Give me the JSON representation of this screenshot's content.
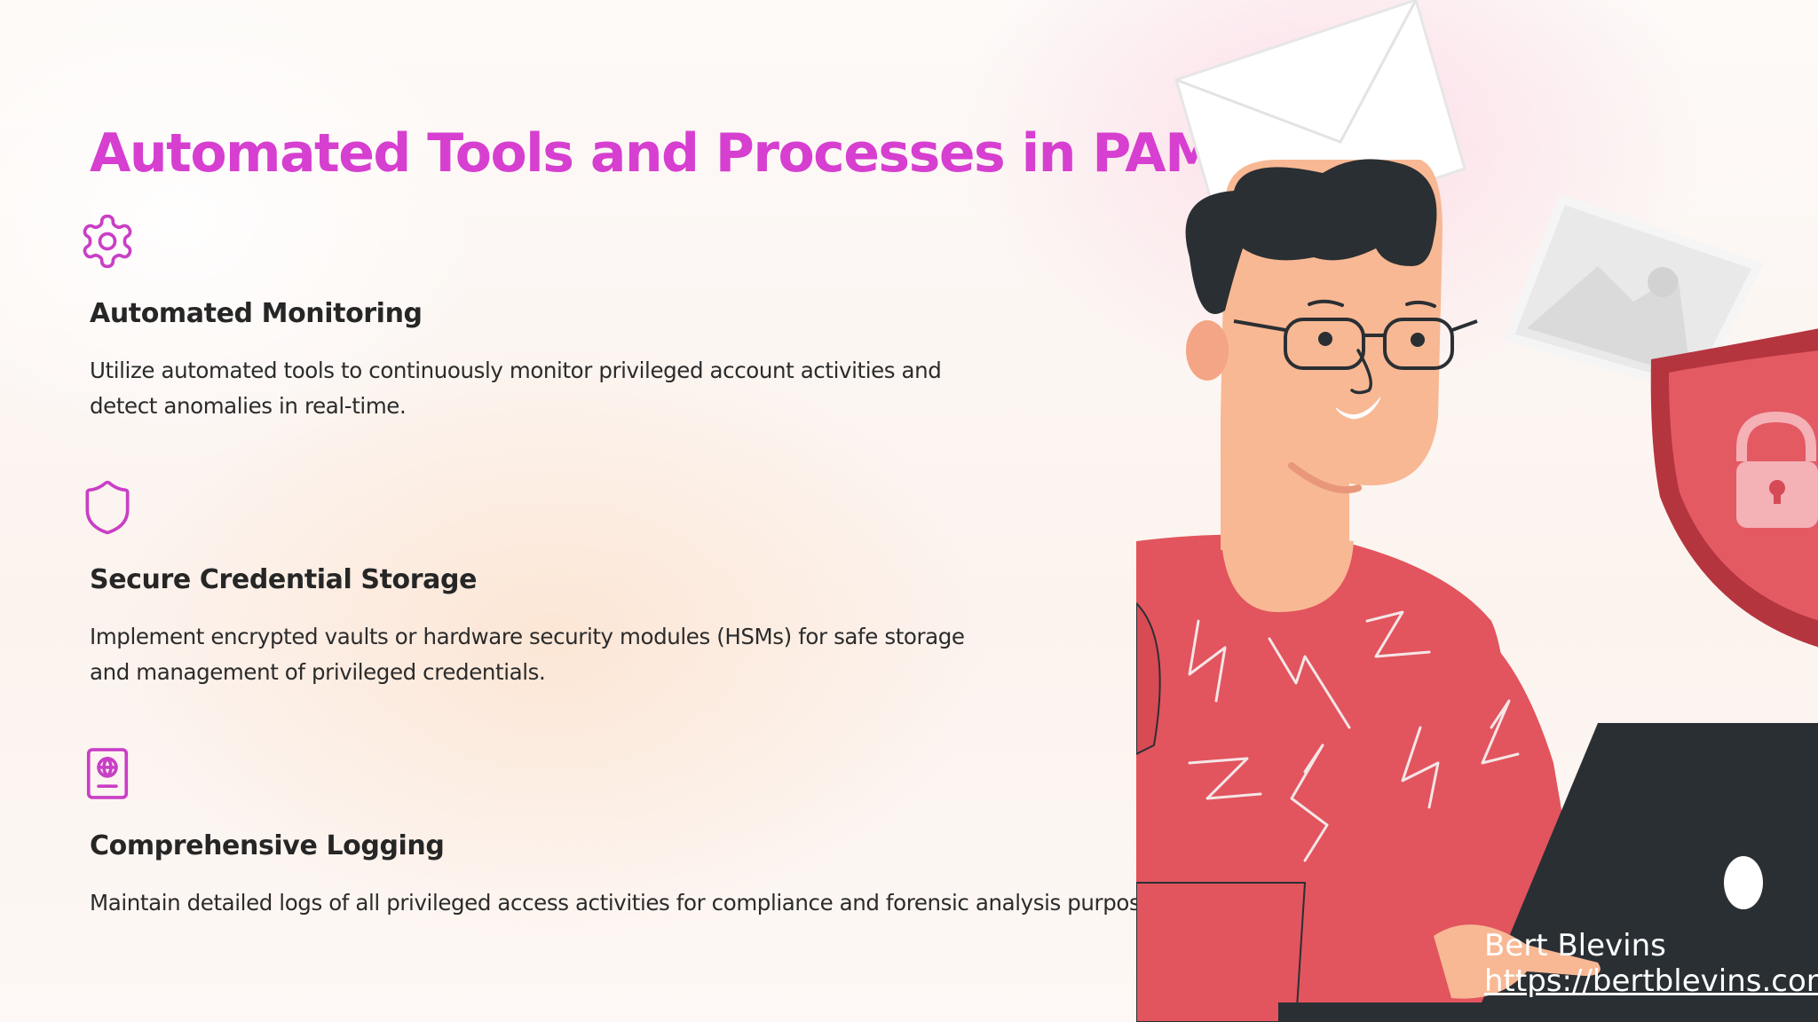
{
  "slide": {
    "title": "Automated Tools and Processes in PAM",
    "accent_color": "#d63fd0",
    "features": [
      {
        "icon": "gear-icon",
        "heading": "Automated Monitoring",
        "description": "Utilize automated tools to continuously monitor privileged account activities and detect anomalies in real-time."
      },
      {
        "icon": "shield-icon",
        "heading": "Secure Credential Storage",
        "description": "Implement encrypted vaults or hardware security modules (HSMs) for safe storage and management of privileged credentials."
      },
      {
        "icon": "passport-icon",
        "heading": "Comprehensive Logging",
        "description": "Maintain detailed logs of all privileged access activities for compliance and forensic analysis purposes."
      }
    ]
  },
  "attribution": {
    "name": "Bert Blevins",
    "url": "https://bertblevins.com"
  }
}
